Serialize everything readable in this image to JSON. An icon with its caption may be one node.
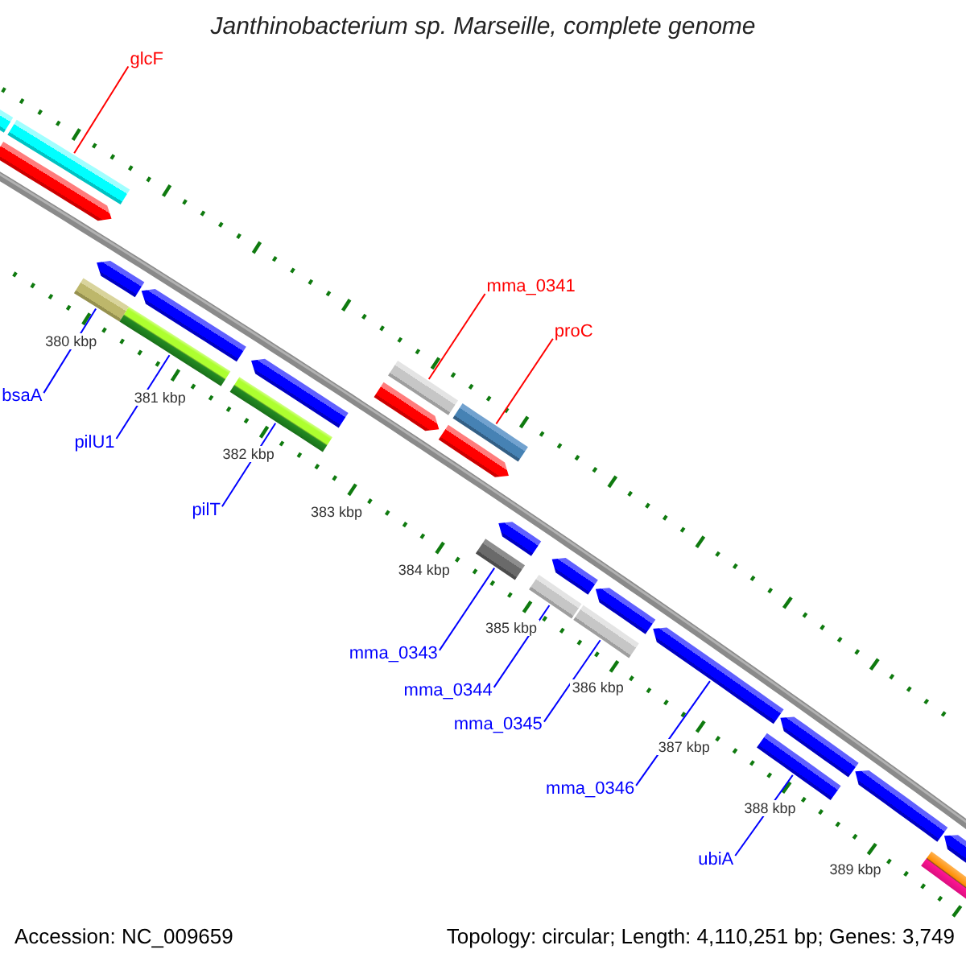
{
  "diagram": {
    "title": "Janthinobacterium sp. Marseille, complete genome",
    "nodes": [
      {
        "text": [
          "glcF"
        ]
      },
      {
        "text": [],
        "shape": "bar"
      },
      {
        "text": [
          "mma_0341"
        ]
      },
      {
        "text": [],
        "shape": "bar"
      },
      {
        "text": [
          "proC"
        ]
      },
      {
        "text": [],
        "shape": "bar"
      },
      {
        "text": [
          "bsaA"
        ]
      },
      {
        "text": [],
        "shape": "bar"
      },
      {
        "text": [
          "pilU1"
        ]
      },
      {
        "text": [],
        "shape": "bar"
      },
      {
        "text": [
          "pilT"
        ]
      },
      {
        "text": [],
        "shape": "bar"
      },
      {
        "text": [
          "mma_0343"
        ]
      },
      {
        "text": [],
        "shape": "bar"
      },
      {
        "text": [
          "mma_0344"
        ]
      },
      {
        "text": [],
        "shape": "bar"
      },
      {
        "text": [
          "mma_0345"
        ]
      },
      {
        "text": [],
        "shape": "bar"
      },
      {
        "text": [
          "mma_0346"
        ]
      },
      {
        "text": [],
        "shape": "arrow"
      },
      {
        "text": [
          "ubiA"
        ]
      },
      {
        "text": [],
        "shape": "bar"
      },
      {
        "text": [],
        "shape": "bar"
      },
      {
        "text": [],
        "shape": "arrow"
      },
      {
        "text": [],
        "shape": "arrow"
      },
      {
        "text": [],
        "shape": "arrow"
      },
      {
        "text": [],
        "shape": "arrow"
      },
      {
        "text": [],
        "shape": "arrow"
      },
      {
        "text": [],
        "shape": "arrow"
      },
      {
        "text": [],
        "shape": "arrow"
      },
      {
        "text": [],
        "shape": "arrow"
      },
      {
        "text": [],
        "shape": "arrow"
      },
      {
        "text": [],
        "shape": "arrow"
      },
      {
        "text": [],
        "shape": "arrow"
      },
      {
        "text": [],
        "shape": "arrow"
      },
      {
        "text": [],
        "shape": "bar"
      }
    ],
    "edges": [
      {
        "from": 0,
        "to": 1,
        "arrow": "none",
        "color": "#ff0000"
      },
      {
        "from": 2,
        "to": 3,
        "arrow": "none",
        "color": "#ff0000"
      },
      {
        "from": 4,
        "to": 5,
        "arrow": "none",
        "color": "#ff0000"
      },
      {
        "from": 6,
        "to": 7,
        "arrow": "none"
      },
      {
        "from": 8,
        "to": 9,
        "arrow": "none"
      },
      {
        "from": 10,
        "to": 11,
        "arrow": "none"
      },
      {
        "from": 12,
        "to": 13,
        "arrow": "none"
      },
      {
        "from": 14,
        "to": 15,
        "arrow": "none"
      },
      {
        "from": 16,
        "to": 17,
        "arrow": "none"
      },
      {
        "from": 18,
        "to": 19,
        "arrow": "none"
      },
      {
        "from": 20,
        "to": 21,
        "arrow": "none"
      }
    ],
    "labels": [
      "380 kbp",
      "381 kbp",
      "382 kbp",
      "383 kbp",
      "384 kbp",
      "385 kbp",
      "386 kbp",
      "387 kbp",
      "388 kbp",
      "389 kbp",
      "Accession: NC_009659",
      "Topology: circular; Length: 4,110,251 bp; Genes: 3,749"
    ]
  }
}
